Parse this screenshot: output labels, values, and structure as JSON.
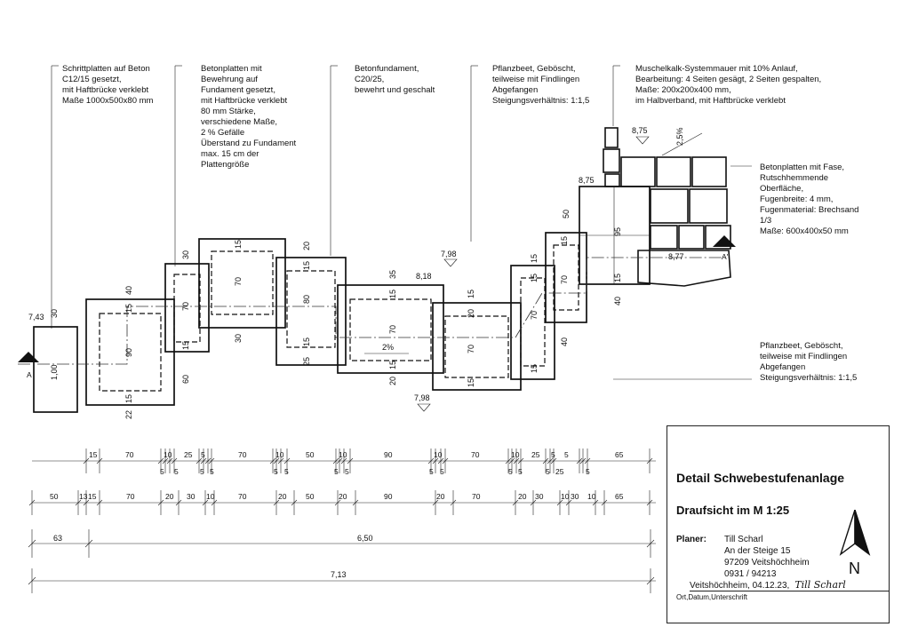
{
  "notes": [
    {
      "id": "n1",
      "lines": [
        "Schrittplatten auf Beton",
        "C12/15 gesetzt,",
        "mit Haftbrücke verklebt",
        "Maße 1000x500x80 mm"
      ]
    },
    {
      "id": "n2",
      "lines": [
        "Betonplatten mit",
        "Bewehrung auf",
        "Fundament gesetzt,",
        "mit Haftbrücke verklebt",
        "80 mm Stärke,",
        "verschiedene Maße,",
        "2 % Gefälle",
        "Überstand zu Fundament",
        "max. 15 cm der",
        "Plattengröße"
      ]
    },
    {
      "id": "n3",
      "lines": [
        "Betonfundament,",
        "C20/25,",
        "bewehrt und geschalt"
      ]
    },
    {
      "id": "n4",
      "lines": [
        "Pflanzbeet, Geböscht,",
        "teilweise mit Findlingen",
        "Abgefangen",
        "Steigungsverhältnis: 1:1,5"
      ]
    },
    {
      "id": "n5",
      "lines": [
        "Muschelkalk-Systemmauer mit 10% Anlauf,",
        "Bearbeitung: 4 Seiten gesägt, 2 Seiten gespalten,",
        "Maße: 200x200x400 mm,",
        "im Halbverband, mit Haftbrücke verklebt"
      ]
    },
    {
      "id": "n6",
      "lines": [
        "Betonplatten mit Fase,",
        "Rutschhemmende",
        "Oberfläche,",
        "Fugenbreite: 4 mm,",
        "Fugenmaterial: Brechsand",
        "1/3",
        "Maße: 600x400x50 mm"
      ]
    },
    {
      "id": "n7",
      "lines": [
        "Pflanzbeet, Geböscht,",
        "teilweise mit Findlingen",
        "Abgefangen",
        "Steigungsverhältnis: 1:1,5"
      ]
    }
  ],
  "levels": {
    "start": "7,43",
    "wall_top": "8,75",
    "upper": "8,75",
    "plat": "8,77",
    "mid": "8,18",
    "bed_upper": "7,98",
    "bed_lower": "7,98",
    "slope": "2%",
    "wall_slope": "2,5%"
  },
  "section": {
    "a_left": "A",
    "a_right": "A'"
  },
  "plan_dims": {
    "d30a": "30",
    "d100": "1,00",
    "d40a": "40",
    "d15a": "15",
    "d90a": "90",
    "d15b": "15",
    "d22": "22",
    "d30b": "30",
    "d70a": "70",
    "d15c": "15",
    "d60": "60",
    "d15d": "15",
    "d70b": "70",
    "d30c": "30",
    "d20a": "20",
    "d15e": "15",
    "d80": "80",
    "d15f": "15",
    "d25a": "25",
    "d35": "35",
    "d15g": "15",
    "d70c": "70",
    "d20b": "20",
    "d15h": "15",
    "d15i": "15",
    "d20c": "20",
    "d70d": "70",
    "d15j": "15",
    "d15k": "15",
    "d15l": "15",
    "d70e": "70",
    "d15m": "15",
    "d15n": "15",
    "d70f": "70",
    "d40b": "40",
    "d50": "50",
    "d95": "95",
    "d15o": "15",
    "d40c": "40"
  },
  "chain1": {
    "labels": [
      "15",
      "70",
      "10",
      "5",
      "5",
      "25",
      "5",
      "5",
      "5",
      "70",
      "10",
      "5",
      "5",
      "50",
      "10",
      "5",
      "5",
      "90",
      "10",
      "5",
      "5",
      "70",
      "10",
      "5",
      "5",
      "25",
      "5",
      "5",
      "25",
      "5",
      "5",
      "65"
    ]
  },
  "chain2": {
    "labels": [
      "50",
      "13",
      "15",
      "70",
      "20",
      "30",
      "10",
      "70",
      "20",
      "50",
      "20",
      "90",
      "20",
      "70",
      "20",
      "30",
      "10",
      "30",
      "10",
      "65"
    ]
  },
  "chain3": {
    "labels": [
      "63",
      "6,50"
    ]
  },
  "chain4": {
    "labels": [
      "7,13"
    ]
  },
  "titleblock": {
    "title": "Detail Schwebestufenanlage",
    "subtitle": "Draufsicht im M 1:25",
    "planer_label": "Planer:",
    "planer_lines": [
      "Till Scharl",
      "An der Steige 15",
      "97209 Veitshöchheim",
      "0931 / 94213"
    ],
    "place_date": "Veitshöchheim, 04.12.23,",
    "signature": "Till Scharl",
    "caption": "Ort,Datum,Unterschrift",
    "north": "N"
  }
}
